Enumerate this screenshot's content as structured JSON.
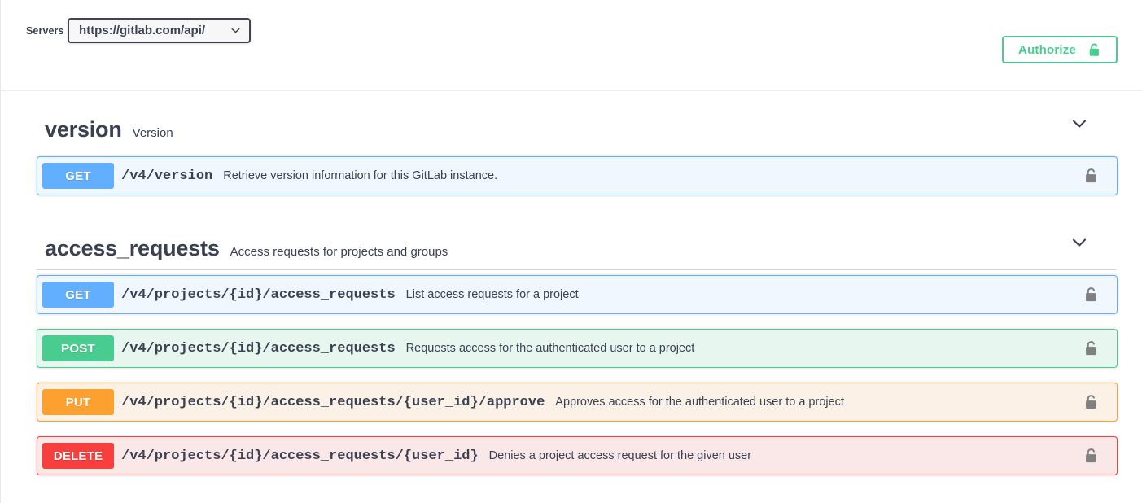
{
  "scheme_bar": {
    "servers_label": "Servers",
    "server_value": "https://gitlab.com/api/",
    "server_chevron_icon": "chevron-down-icon",
    "authorize_label": "Authorize",
    "authorize_icon": "unlock-icon"
  },
  "colors": {
    "get": "#61affe",
    "post": "#49cc90",
    "put": "#fca130",
    "delete": "#f93e3e",
    "authorize_green": "#49cc90",
    "text": "#3b4151"
  },
  "tags": [
    {
      "name": "version",
      "description": "Version",
      "chevron_icon": "chevron-down-icon",
      "operations": [
        {
          "method": "GET",
          "path": "/v4/version",
          "summary": "Retrieve version information for this GitLab instance.",
          "lock_icon": "unlock-icon"
        }
      ]
    },
    {
      "name": "access_requests",
      "description": "Access requests for projects and groups",
      "chevron_icon": "chevron-down-icon",
      "operations": [
        {
          "method": "GET",
          "path": "/v4/projects/{id}/access_requests",
          "summary": "List access requests for a project",
          "lock_icon": "unlock-icon"
        },
        {
          "method": "POST",
          "path": "/v4/projects/{id}/access_requests",
          "summary": "Requests access for the authenticated user to a project",
          "lock_icon": "unlock-icon"
        },
        {
          "method": "PUT",
          "path": "/v4/projects/{id}/access_requests/{user_id}/approve",
          "summary": "Approves access for the authenticated user to a project",
          "lock_icon": "unlock-icon"
        },
        {
          "method": "DELETE",
          "path": "/v4/projects/{id}/access_requests/{user_id}",
          "summary": "Denies a project access request for the given user",
          "lock_icon": "unlock-icon"
        }
      ]
    }
  ]
}
